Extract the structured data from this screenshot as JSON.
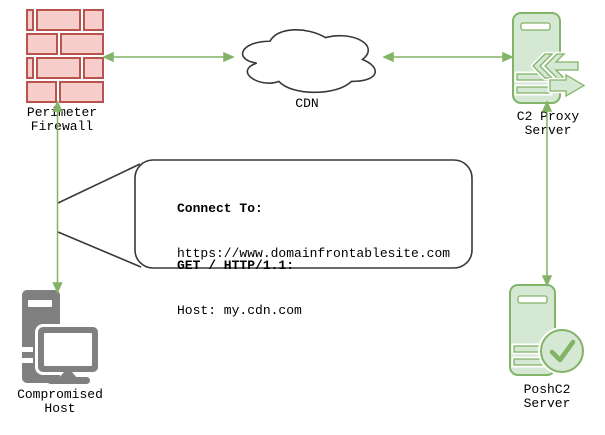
{
  "diagram": {
    "type": "network-flow-diagram",
    "colors": {
      "firewall_fill": "#f8cecc",
      "firewall_stroke": "#b85450",
      "green_fill": "#d5e8d4",
      "green_stroke": "#82b366",
      "arrow_green": "#82b366",
      "host_gray": "#808080",
      "outline_dark": "#383838"
    },
    "nodes": {
      "firewall": {
        "label": "Perimeter Firewall",
        "label_lines": [
          "Perimeter",
          "Firewall"
        ],
        "icon": "brick-wall-icon"
      },
      "cdn": {
        "label": "CDN",
        "label_lines": [
          "CDN"
        ],
        "icon": "cloud-icon"
      },
      "c2_proxy": {
        "label": "C2 Proxy Server",
        "label_lines": [
          "C2 Proxy",
          "Server"
        ],
        "icon": "proxy-server-icon"
      },
      "compromised_host": {
        "label": "Compromised Host",
        "label_lines": [
          "Compromised",
          "Host"
        ],
        "icon": "desktop-pc-icon"
      },
      "poshc2": {
        "label": "PoshC2 Server",
        "label_lines": [
          "PoshC2",
          "Server"
        ],
        "icon": "server-check-icon"
      }
    },
    "callout": {
      "connect_label": "Connect To:",
      "connect_url": "https://www.domainfrontablesite.com",
      "request_line": "GET / HTTP/1.1:",
      "host_line": "Host: my.cdn.com"
    },
    "edges": [
      {
        "from": "compromised_host",
        "to": "firewall",
        "direction": "both",
        "color": "#82b366"
      },
      {
        "from": "firewall",
        "to": "cdn",
        "direction": "both",
        "color": "#82b366"
      },
      {
        "from": "cdn",
        "to": "c2_proxy",
        "direction": "both",
        "color": "#82b366"
      },
      {
        "from": "c2_proxy",
        "to": "poshc2",
        "direction": "both",
        "color": "#82b366"
      }
    ]
  }
}
